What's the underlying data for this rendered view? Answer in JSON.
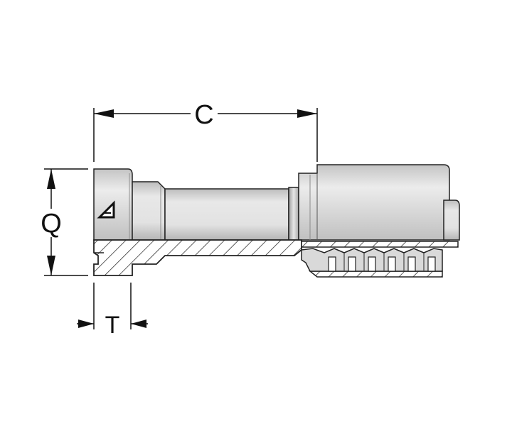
{
  "diagram": {
    "dimensions": {
      "c_label": "C",
      "q_label": "Q",
      "t_label": "T"
    },
    "logo_mark": "triangle-logo",
    "colors": {
      "body_light": "#e6e6e6",
      "body_mid": "#c9c9c9",
      "body_dark": "#9a9a9a",
      "outline": "#222222",
      "hatch": "#333333"
    }
  }
}
